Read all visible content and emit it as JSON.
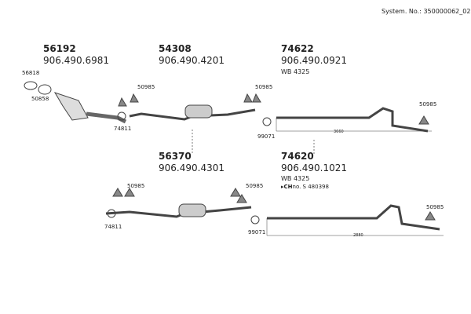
{
  "header": {
    "system_no": "System. No.: 350000062_02"
  },
  "groups": [
    {
      "code": "56192",
      "part": "906.490.6981"
    },
    {
      "code": "54308",
      "part": "906.490.4201"
    },
    {
      "code": "74622",
      "part": "906.490.0921",
      "note": "WB 4325"
    },
    {
      "code": "56370",
      "part": "906.490.4301"
    },
    {
      "code": "74620",
      "part": "906.490.1021",
      "note": "WB 4325",
      "ch_prefix": "▸CH",
      "ch": "no. S 480398"
    }
  ],
  "labels": {
    "a": "56818",
    "b": "50858",
    "c": "74811",
    "d": "50985",
    "e": "50985",
    "f": "99071",
    "g": "50985",
    "h": "50985",
    "i": "50985",
    "j": "74811",
    "k": "99071",
    "l": "50985"
  },
  "dimensions": {
    "top": "3660",
    "bottom": "2880"
  }
}
